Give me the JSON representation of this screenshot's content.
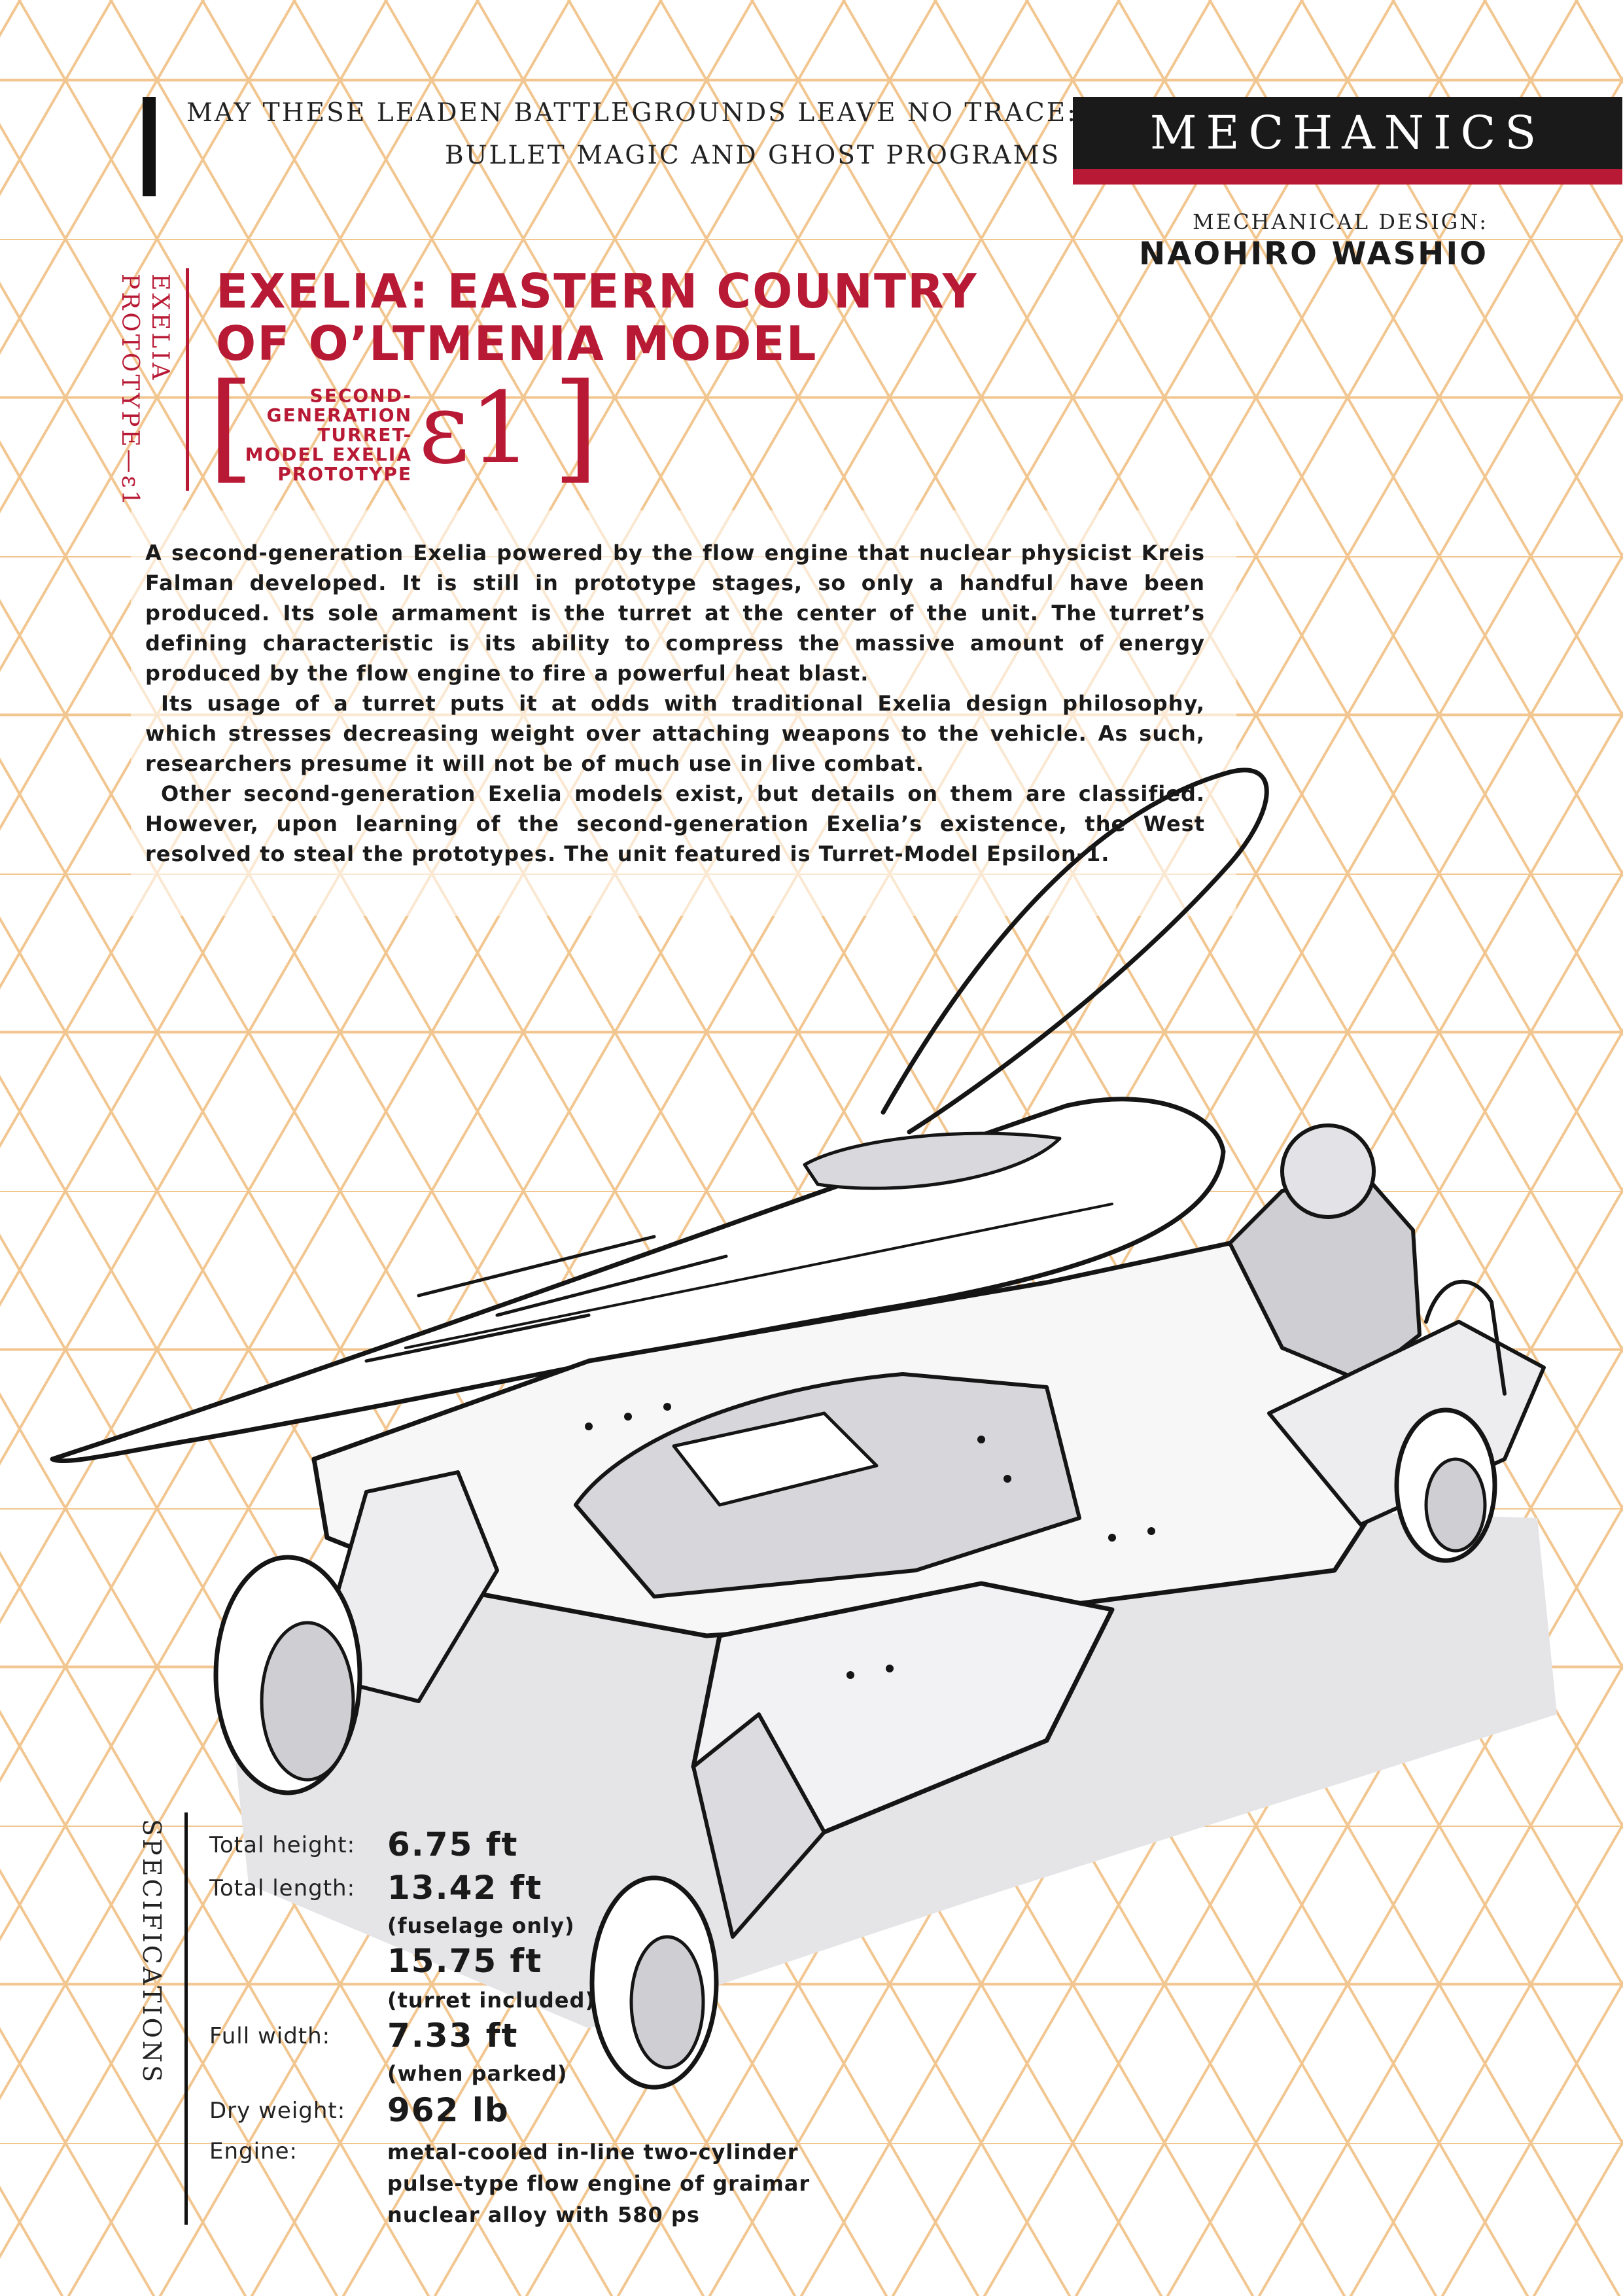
{
  "header": {
    "line_1": "MAY THESE LEADEN BATTLEGROUNDS LEAVE NO TRACE:",
    "line_2": "BULLET MAGIC AND GHOST PROGRAMS",
    "section": "MECHANICS",
    "credit_label": "MECHANICAL DESIGN:",
    "credit_name": "NAOHIRO WASHIO"
  },
  "entry": {
    "vertical_id": "EXELIA\nPROTOTYPE—ε1",
    "title_line_1": "EXELIA: EASTERN COUNTRY",
    "title_line_2": "OF O’LTMENIA MODEL",
    "subtitle_lines": [
      "SECOND-",
      "GENERATION",
      "TURRET-",
      "MODEL EXELIA",
      "PROTOTYPE"
    ],
    "model_code": "ε1",
    "paragraphs": [
      "A second-generation Exelia powered by the flow engine that nuclear physicist Kreis Falman developed. It is still in prototype stages, so only a handful have been produced. Its sole armament is the turret at the center of the unit. The turret’s defining characteristic is its ability to compress the massive amount of energy produced by the flow engine to fire a powerful heat blast.",
      "Its usage of a turret puts it at odds with traditional Exelia design philosophy, which stresses decreasing weight over attaching weapons to the vehicle. As such, researchers presume it will not be of much use in live combat.",
      "Other second-generation Exelia models exist, but details on them are classified. However, upon learning of the second-generation Exelia’s existence, the West resolved to steal the prototypes. The unit featured is Turret-Model Epsilon-1."
    ]
  },
  "specifications": {
    "heading": "SPECIFICATIONS",
    "total_height": {
      "label": "Total height:",
      "value": "6.75 ft"
    },
    "total_length": {
      "label": "Total length:",
      "value": "13.42 ft",
      "note": "(fuselage only)",
      "value_2": "15.75 ft",
      "note_2": "(turret included)"
    },
    "full_width": {
      "label": "Full width:",
      "value": "7.33 ft",
      "note": "(when parked)"
    },
    "dry_weight": {
      "label": "Dry weight:",
      "value": "962 lb"
    },
    "engine": {
      "label": "Engine:",
      "value": "metal-cooled in-line two-cylinder pulse-type flow engine of graimar nuclear alloy with 580 ps"
    }
  },
  "colors": {
    "accent_red": "#b81a35",
    "grid_orange": "#f2c690",
    "banner_black": "#1a1a1a"
  }
}
